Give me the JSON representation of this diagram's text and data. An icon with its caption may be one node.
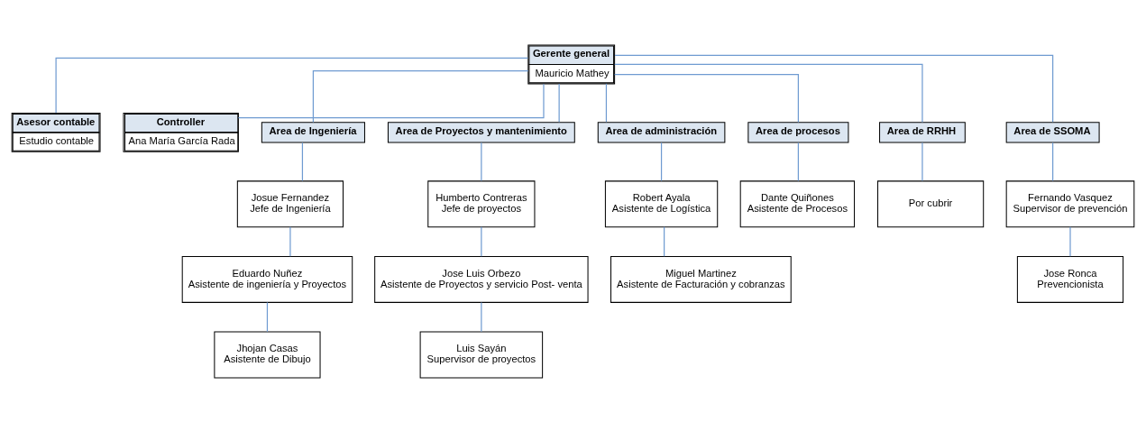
{
  "diagram": {
    "nodes": [
      {
        "text": [
          "Gerente general",
          "Mauricio Mathey"
        ]
      },
      {
        "text": [
          "Asesor contable",
          "Estudio contable"
        ]
      },
      {
        "text": [
          "Controller",
          "Ana María García Rada"
        ]
      },
      {
        "text": [
          "Area de Ingeniería"
        ]
      },
      {
        "text": [
          "Area de Proyectos y mantenimiento"
        ]
      },
      {
        "text": [
          "Area de administración"
        ]
      },
      {
        "text": [
          "Area de procesos"
        ]
      },
      {
        "text": [
          "Area de RRHH"
        ]
      },
      {
        "text": [
          "Area de SSOMA"
        ]
      },
      {
        "text": [
          "Josue Fernandez",
          "Jefe de Ingeniería"
        ]
      },
      {
        "text": [
          "Humberto Contreras",
          "Jefe de proyectos"
        ]
      },
      {
        "text": [
          "Robert Ayala",
          "Asistente de Logística"
        ]
      },
      {
        "text": [
          "Dante Quiñones",
          "Asistente de Procesos"
        ]
      },
      {
        "text": [
          "Por cubrir"
        ]
      },
      {
        "text": [
          "Fernando Vasquez",
          "Supervisor de prevención"
        ]
      },
      {
        "text": [
          "Eduardo Nuñez",
          "Asistente de ingeniería y Proyectos"
        ]
      },
      {
        "text": [
          "Jose Luis Orbezo",
          "Asistente de Proyectos y servicio Post- venta"
        ]
      },
      {
        "text": [
          "Miguel Martinez",
          "Asistente de Facturación y cobranzas"
        ]
      },
      {
        "text": [
          "Jose Ronca",
          "Prevencionista"
        ]
      },
      {
        "text": [
          "Jhojan Casas",
          "Asistente de Dibujo"
        ]
      },
      {
        "text": [
          "Luis Sayán",
          "Supervisor de proyectos"
        ]
      }
    ],
    "edges": [
      {
        "from": 0,
        "to": 1,
        "arrow": "none"
      },
      {
        "from": 0,
        "to": 2,
        "arrow": "none"
      },
      {
        "from": 0,
        "to": 3,
        "arrow": "none"
      },
      {
        "from": 0,
        "to": 4,
        "arrow": "none"
      },
      {
        "from": 0,
        "to": 5,
        "arrow": "none"
      },
      {
        "from": 0,
        "to": 6,
        "arrow": "none"
      },
      {
        "from": 0,
        "to": 7,
        "arrow": "none"
      },
      {
        "from": 0,
        "to": 8,
        "arrow": "none"
      },
      {
        "from": 3,
        "to": 9,
        "arrow": "none"
      },
      {
        "from": 4,
        "to": 10,
        "arrow": "none"
      },
      {
        "from": 5,
        "to": 11,
        "arrow": "none"
      },
      {
        "from": 6,
        "to": 12,
        "arrow": "none"
      },
      {
        "from": 7,
        "to": 13,
        "arrow": "none"
      },
      {
        "from": 8,
        "to": 14,
        "arrow": "none"
      },
      {
        "from": 9,
        "to": 15,
        "arrow": "none"
      },
      {
        "from": 10,
        "to": 16,
        "arrow": "none"
      },
      {
        "from": 11,
        "to": 17,
        "arrow": "none"
      },
      {
        "from": 14,
        "to": 18,
        "arrow": "none"
      },
      {
        "from": 15,
        "to": 19,
        "arrow": "none"
      },
      {
        "from": 16,
        "to": 20,
        "arrow": "none"
      }
    ]
  }
}
